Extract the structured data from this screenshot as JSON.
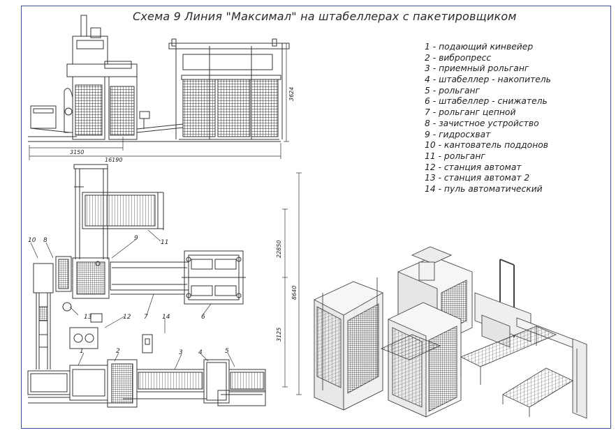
{
  "title": "Схема 9 Линия \"Максимал\" на штабеллерах с пакетировщиком",
  "legend": [
    "1 - подающий кинвейер",
    "2 - вибропресс",
    "3 - приемный рольганг",
    "4 - штабеллер - накопитель",
    "5 - рольганг",
    "6 - штабеллер - снижатель",
    "7 - рольганг цепной",
    "8 - зачистное устройство",
    "9 - гидросхват",
    "10 - кантователь поддонов",
    "11 - рольганг",
    "12 - станция автомат",
    "13 - станция автомат 2",
    "14 - пуль автоматический"
  ],
  "dimensions": {
    "side_width_1": "3150",
    "side_width_2": "16190",
    "side_height": "3624",
    "plan_h1": "22850",
    "plan_h2": "8640",
    "plan_h3": "3125"
  },
  "callouts": [
    "1",
    "2",
    "3",
    "4",
    "5",
    "6",
    "7",
    "8",
    "9",
    "10",
    "11",
    "12",
    "13",
    "14"
  ],
  "colors": {
    "frame": "#3b4f9a",
    "line": "#333333"
  }
}
